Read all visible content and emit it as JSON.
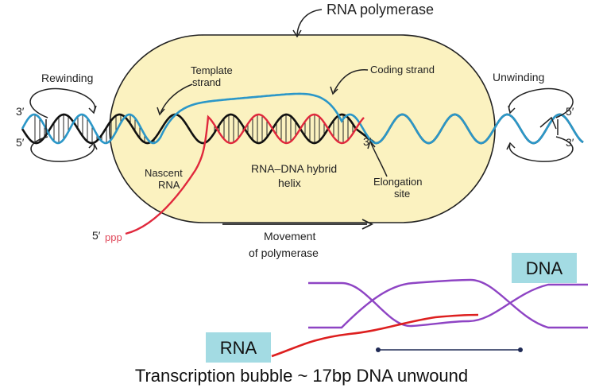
{
  "colors": {
    "polymerase_fill": "#fbf2c0",
    "coding_strand": "#2b97c8",
    "template_strand": "#111111",
    "nascent_rna": "#e0283c",
    "schematic_dna": "#8e44c4",
    "schematic_rna": "#dd1f1f",
    "label_box": "#a3dbe3"
  },
  "top_diagram": {
    "enzyme_label": "RNA polymerase",
    "rewinding": "Rewinding",
    "unwinding": "Unwinding",
    "template_strand_line1": "Template",
    "template_strand_line2": "strand",
    "coding_strand": "Coding  strand",
    "nascent_rna_line1": "Nascent",
    "nascent_rna_line2": "RNA",
    "hybrid_line1": "RNA–DNA hybrid",
    "hybrid_line2": "helix",
    "elongation_line1": "Elongation",
    "elongation_line2": "site",
    "movement_line1": "Movement",
    "movement_line2": "of polymerase",
    "end_left_top": "3′",
    "end_left_bottom": "5′",
    "end_right_top": "5′",
    "end_right_bottom": "3′",
    "rna_3prime": "3′",
    "rna_5prime": "5′",
    "rna_ppp": "ppp"
  },
  "schematic": {
    "dna_label": "DNA",
    "rna_label": "RNA"
  },
  "caption": "Transcription bubble ~ 17bp DNA unwound"
}
